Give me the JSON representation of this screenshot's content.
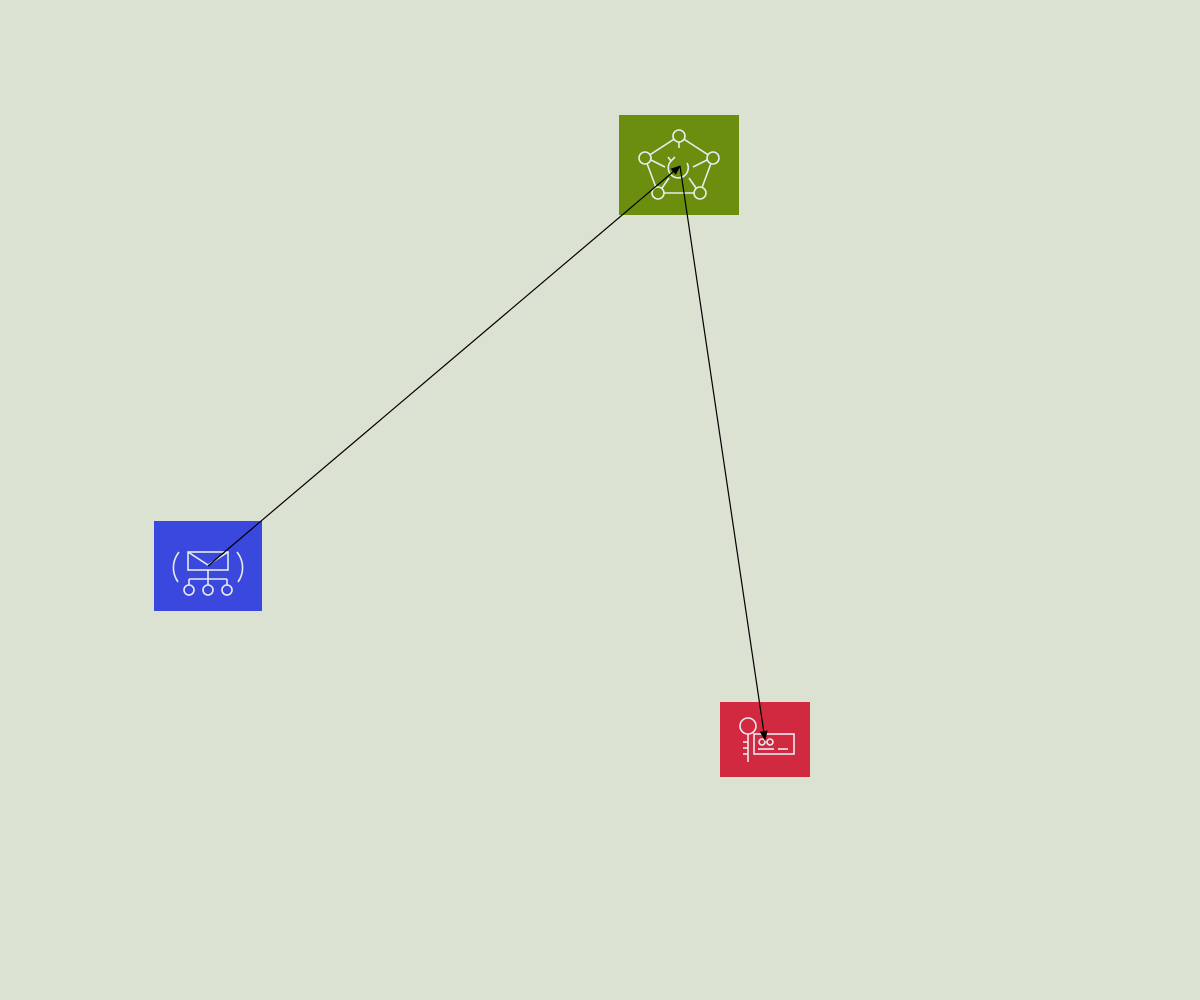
{
  "background_color": "#dce2d2",
  "nodes": [
    {
      "id": "sns",
      "icon": "sns-topic-icon",
      "color": "#3b48dd"
    },
    {
      "id": "appsync",
      "icon": "appsync-icon",
      "color": "#6b8e0f"
    },
    {
      "id": "iam",
      "icon": "iam-key-icon",
      "color": "#d1293f"
    }
  ],
  "edges": [
    {
      "from": "sns",
      "to": "appsync",
      "arrow_end": true
    },
    {
      "from": "appsync",
      "to": "iam",
      "arrow_end": true
    }
  ],
  "edge_color": "#000000",
  "icon_stroke_color": "#e8ecef"
}
